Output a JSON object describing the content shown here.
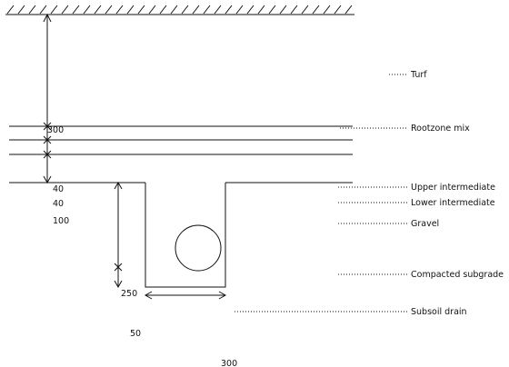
{
  "layers": {
    "turf": "Turf",
    "rootzone": "Rootzone mix",
    "upper": "Upper intermediate",
    "lower": "Lower intermediate",
    "gravel": "Gravel",
    "subgrade": "Compacted subgrade",
    "drain": "Subsoil drain"
  },
  "dimensions": {
    "rootzone_depth": "300",
    "upper_depth": "40",
    "lower_depth": "40",
    "gravel_depth": "100",
    "trench_depth": "250",
    "trench_bottom_gap": "50",
    "trench_width": "300"
  }
}
